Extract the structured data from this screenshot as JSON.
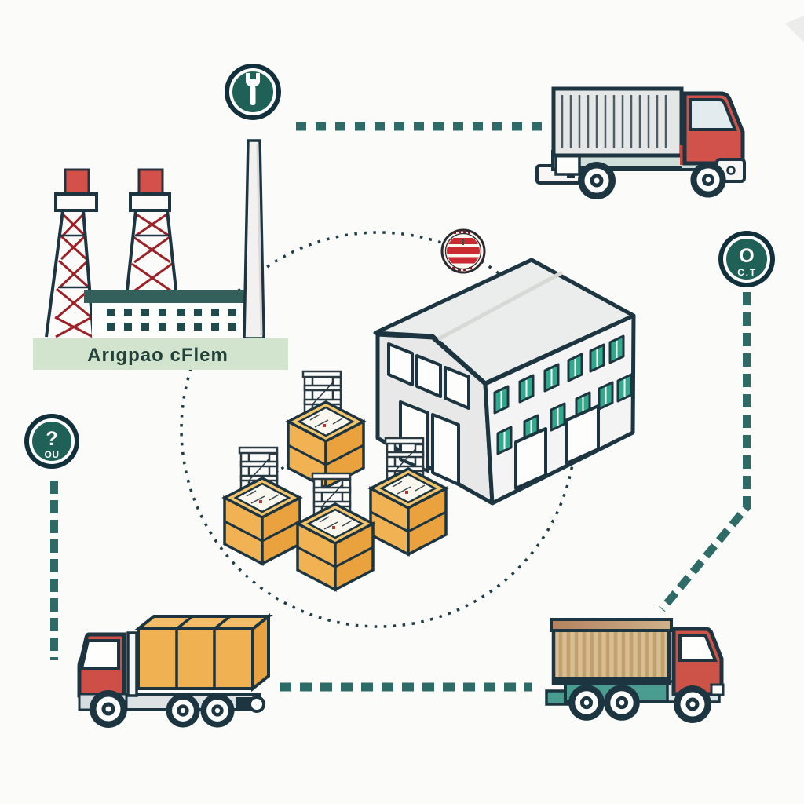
{
  "factory": {
    "label": "Arıgpao cFlem",
    "name": "factory-with-derrick-towers-and-chimney"
  },
  "warehouse": {
    "name": "isometric-warehouse-building"
  },
  "crates": {
    "count": 4,
    "name": "open-top-crates-with-metal-frames"
  },
  "trucks": {
    "top_right": "gray-container-truck",
    "bottom_left": "orange-box-cargo-truck",
    "bottom_right": "tan-striped-container-truck"
  },
  "badges": {
    "top": {
      "icon": "wrench-icon"
    },
    "right": {
      "line1": "O",
      "line2": "C↓T"
    },
    "left": {
      "line1": "?",
      "line2": "OU"
    }
  },
  "stamp": {
    "icon": "red-striped-seal-icon"
  },
  "colors": {
    "background": "#fbfbfa",
    "outline_navy": "#1c3540",
    "dash_teal": "#2e6b66",
    "dot_navy": "#1e3d46",
    "badge_ring_navy": "#11303c",
    "badge_fill_teal": "#1f6156",
    "stamp_red": "#ca2b33",
    "truck_cab_red": "#d0524b",
    "tower_cap_red": "#d4504b",
    "tower_brace_red": "#9c2228",
    "crate_orange": "#f0b152",
    "container_gray": "#e4e7e6",
    "container_tan": "#d7bd92",
    "chassis_teal": "#4a9b90",
    "factory_band_teal": "#33605a",
    "platform_green": "#d2e4cd",
    "warehouse_window_teal": "#33a98c"
  }
}
